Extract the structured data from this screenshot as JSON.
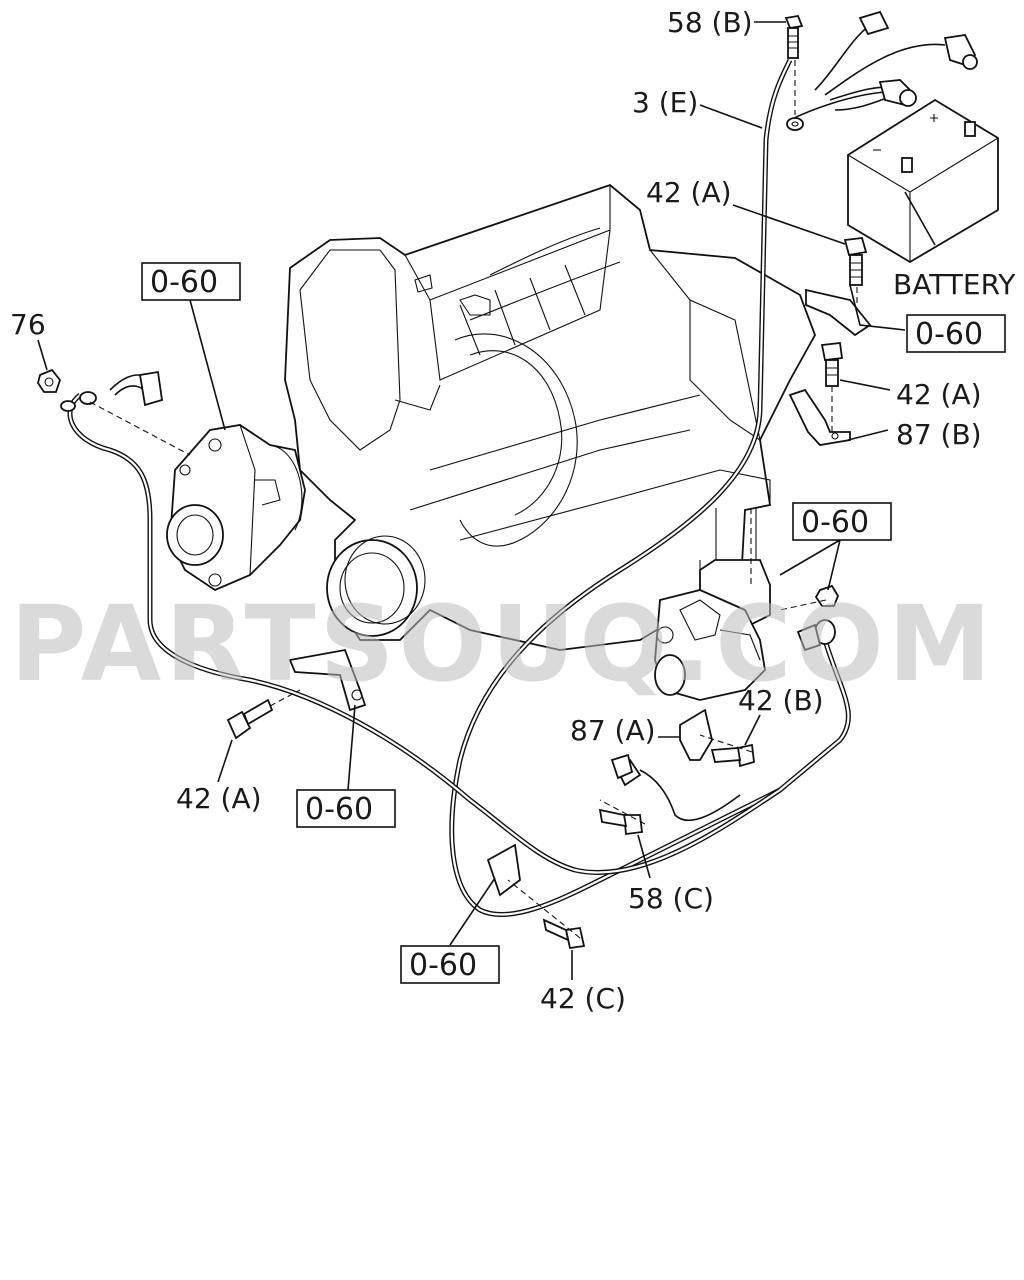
{
  "labels": {
    "l58b": "58 (B)",
    "l3e": "3 (E)",
    "l42a_top": "42 (A)",
    "battery": "BATTERY",
    "l42a_right": "42 (A)",
    "l87b": "87 (B)",
    "l76": "76",
    "l87a": "87 (A)",
    "l42b": "42 (B)",
    "l42a_left": "42 (A)",
    "l58c": "58 (C)",
    "l42c": "42 (C)"
  },
  "ref_boxes": {
    "alternator": "0-60",
    "battery": "0-60",
    "starter": "0-60",
    "left_bracket": "0-60",
    "bottom_bracket": "0-60"
  },
  "watermark": "PARTSOUQ.COM"
}
